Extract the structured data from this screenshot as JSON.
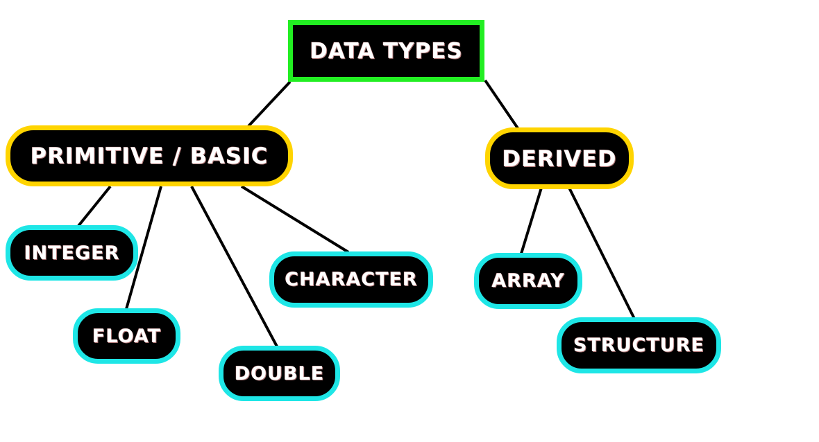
{
  "diagram": {
    "root": {
      "label": "DATA TYPES"
    },
    "categories": [
      {
        "id": "primitive",
        "label": "PRIMITIVE / BASIC"
      },
      {
        "id": "derived",
        "label": "DERIVED"
      }
    ],
    "leaves": [
      {
        "id": "integer",
        "label": "INTEGER",
        "parent": "primitive"
      },
      {
        "id": "float",
        "label": "FLOAT",
        "parent": "primitive"
      },
      {
        "id": "double",
        "label": "DOUBLE",
        "parent": "primitive"
      },
      {
        "id": "character",
        "label": "CHARACTER",
        "parent": "primitive"
      },
      {
        "id": "array",
        "label": "ARRAY",
        "parent": "derived"
      },
      {
        "id": "structure",
        "label": "STRUCTURE",
        "parent": "derived"
      }
    ],
    "colors": {
      "root_border": "#22ee22",
      "category_border": "#ffd400",
      "leaf_border": "#1ee6e6",
      "node_fill": "#000000",
      "text": "#ffffff",
      "connector": "#000000"
    }
  }
}
